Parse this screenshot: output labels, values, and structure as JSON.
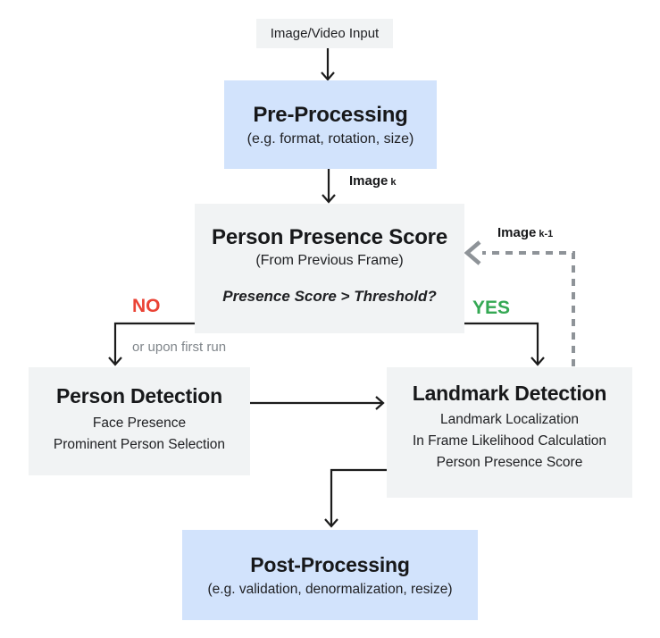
{
  "diagram": {
    "description_colors": {
      "node_gray": "#f1f3f4",
      "node_blue": "#d2e3fc",
      "no_red": "#ea4335",
      "yes_green": "#34a853",
      "dashed_feedback_gray": "#8e9398",
      "text_dark": "#202124",
      "muted_text_gray": "#80868b"
    },
    "nodes": {
      "input": {
        "label": "Image/Video Input"
      },
      "preprocessing": {
        "title": "Pre-Processing",
        "subtitle": "(e.g. format, rotation, size)"
      },
      "presence_score": {
        "title": "Person Presence Score",
        "subtitle": "(From Previous Frame)",
        "question": "Presence Score > Threshold?"
      },
      "person_detection": {
        "title": "Person Detection",
        "lines": [
          "Face Presence",
          "Prominent Person Selection"
        ]
      },
      "landmark_detection": {
        "title": "Landmark Detection",
        "lines": [
          "Landmark Localization",
          "In Frame Likelihood Calculation",
          "Person Presence Score"
        ]
      },
      "postprocessing": {
        "title": "Post-Processing",
        "subtitle": "(e.g. validation, denormalization, resize)"
      }
    },
    "edge_labels": {
      "image_k": {
        "text": "Image",
        "sub": "k"
      },
      "image_k_minus_1": {
        "text": "Image",
        "sub": "k-1"
      },
      "no": "NO",
      "yes": "YES",
      "first_run": "or upon first run"
    }
  }
}
